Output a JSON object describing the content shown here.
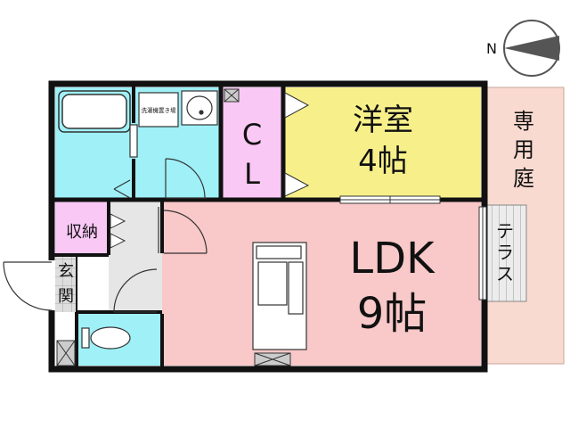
{
  "compass": {
    "label": "N"
  },
  "rooms": {
    "western_room": {
      "name": "洋室",
      "size": "4帖"
    },
    "closet": {
      "c": "C",
      "l": "L"
    },
    "ldk": {
      "name": "LDK",
      "size": "9帖"
    },
    "storage": {
      "name": "収納"
    },
    "entrance": {
      "line1": "玄",
      "line2": "関"
    },
    "laundry": {
      "label": "洗濯機置き場"
    },
    "terrace": {
      "name": "テラス"
    },
    "private_garden": {
      "line1": "専",
      "line2": "用",
      "line3": "庭"
    }
  },
  "colors": {
    "wall": "#111111",
    "bath": "#9ff0f7",
    "western_room": "#f7f08a",
    "closet": "#f9c8f5",
    "ldk": "#f9c8c8",
    "storage": "#f9c8f5",
    "hall": "#e6e6e6",
    "garden": "#f9dad0",
    "tile": "#d8d8d8"
  }
}
